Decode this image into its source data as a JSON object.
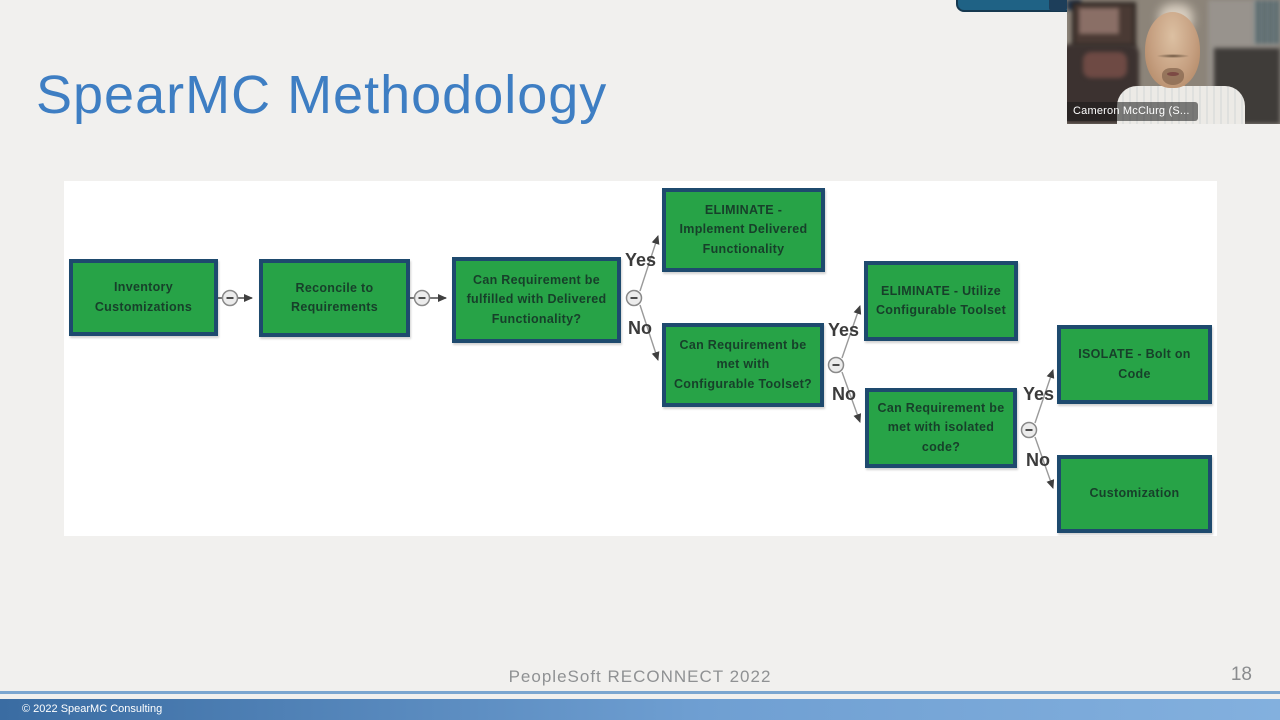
{
  "slide": {
    "title": "SpearMC Methodology",
    "footer": "PeopleSoft RECONNECT 2022",
    "page_number": "18",
    "copyright": "© 2022 SpearMC Consulting"
  },
  "flowchart": {
    "nodes": [
      {
        "label": "Inventory\nCustomizations"
      },
      {
        "label": "Reconcile to\nRequirements"
      },
      {
        "label": "Can Requirement be\nfulfilled with Delivered\nFunctionality?"
      },
      {
        "label": "ELIMINATE -\nImplement Delivered\nFunctionality"
      },
      {
        "label": "Can Requirement be\nmet with\nConfigurable Toolset?"
      },
      {
        "label": "ELIMINATE - Utilize\nConfigurable Toolset"
      },
      {
        "label": "Can Requirement be\nmet with isolated\ncode?"
      },
      {
        "label": "ISOLATE - Bolt on\nCode"
      },
      {
        "label": "Customization"
      }
    ],
    "branch_labels": {
      "yes": "Yes",
      "no": "No"
    },
    "colors": {
      "node_fill": "#27a347",
      "node_border": "#1e4a6e",
      "node_text": "#17402a",
      "connector": "#8f8f8f"
    }
  },
  "webcam": {
    "name_label": "Cameron McClurg (S..."
  },
  "theme": {
    "title_blue": "#3e7ec3",
    "footer_bar_gradient": [
      "#3a6ca2",
      "#83b0de"
    ],
    "slide_background": "#f1f0ee"
  }
}
